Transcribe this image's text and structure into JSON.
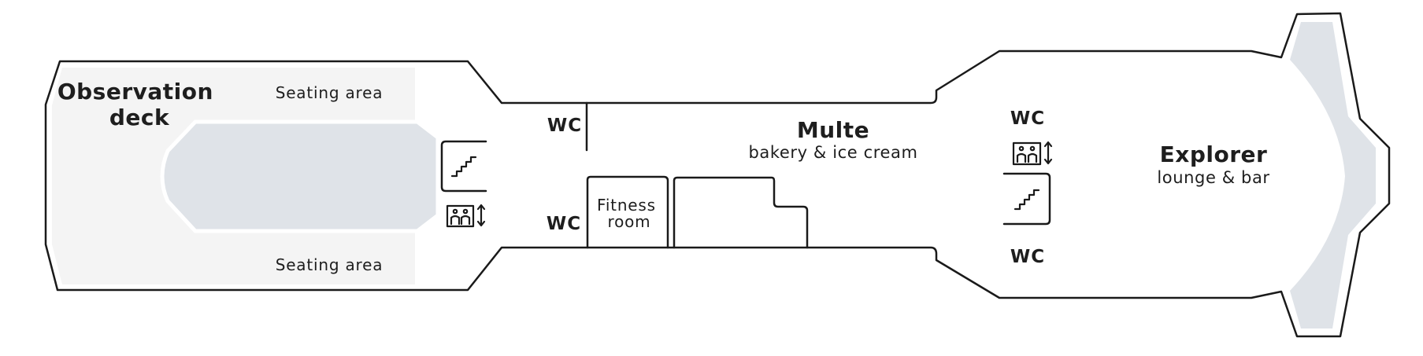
{
  "colors": {
    "outline": "#1a1a1a",
    "deck_fill": "#f4f4f4",
    "zone_fill": "#dfe3e8",
    "text": "#1e1e1e",
    "background": "#ffffff"
  },
  "areas": {
    "observation_deck": {
      "line1": "Observation",
      "line2": "deck"
    },
    "seating_top": "Seating area",
    "seating_bottom": "Seating area",
    "multe": {
      "title": "Multe",
      "subtitle": "bakery & ice cream"
    },
    "fitness": {
      "line1": "Fitness",
      "line2": "room"
    },
    "explorer": {
      "title": "Explorer",
      "subtitle": "lounge & bar"
    }
  },
  "restrooms": {
    "left_top": "WC",
    "left_bottom": "WC",
    "right_top": "WC",
    "right_bottom": "WC"
  },
  "icons": {
    "stairs_left": "stairs-icon",
    "elevator_left": "elevator-icon",
    "stairs_right": "stairs-icon",
    "elevator_right": "elevator-icon"
  }
}
